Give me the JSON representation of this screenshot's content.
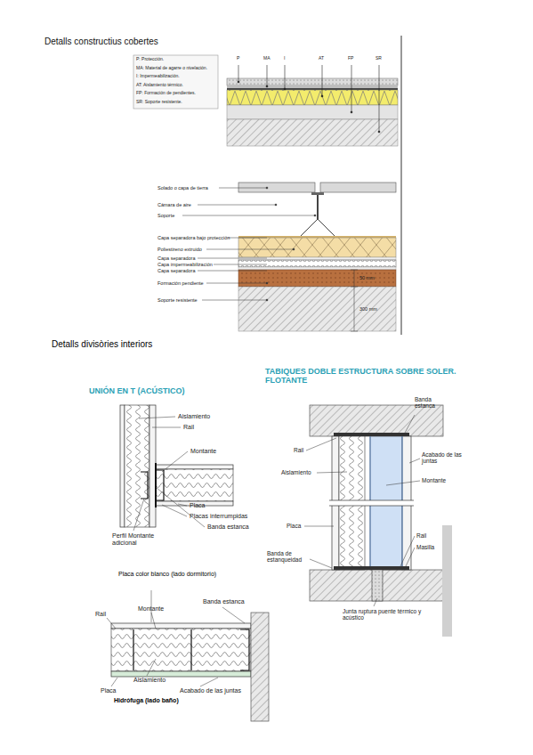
{
  "diagram": {
    "title": "Detalls constructius cobertes",
    "labels": [
      "Detalls divisòries interiors",
      "P: Protección.",
      "MA: Material de agarre o nivelación.",
      "I: Impermeabilización.",
      "AT: Aislamiento térmico.",
      "FP: Formación de pendientes.",
      "SR: Soporte resistente.",
      "P",
      "MA",
      "I",
      "AT",
      "FP",
      "SR",
      "Solado o capa de tierra",
      "Cámara de aire",
      "Soporte",
      "Capa separadora bajo protección",
      "Poliestireno extruido",
      "Capa separadora",
      "Capa impermeabilización",
      "Capa separadora",
      "Formación pendiente",
      "Soporte resistente",
      "50 mm",
      "300 mm",
      "UNIÓN EN T (ACÚSTICO)",
      "Aislamiento",
      "Rail",
      "Montante",
      "Placa",
      "Placas interrumpidas",
      "Banda estanca",
      "Perfil Montante adicional",
      "TABIQUES DOBLE ESTRUCTURA SOBRE SOLER. FLOTANTE",
      "Banda estanca",
      "Rail",
      "Acabado de las juntas",
      "Aislamiento",
      "Montante",
      "Placa",
      "Rail",
      "Masilla",
      "Banda de estanqueidad",
      "Junta ruptura puente térmico y acústico",
      "Placa color blanco (lado dormitorio)",
      "Banda estanca",
      "Montante",
      "Rail",
      "Aislamiento",
      "Placa",
      "Acabado de las juntas",
      "Hidrófuga (lado baño)"
    ]
  }
}
